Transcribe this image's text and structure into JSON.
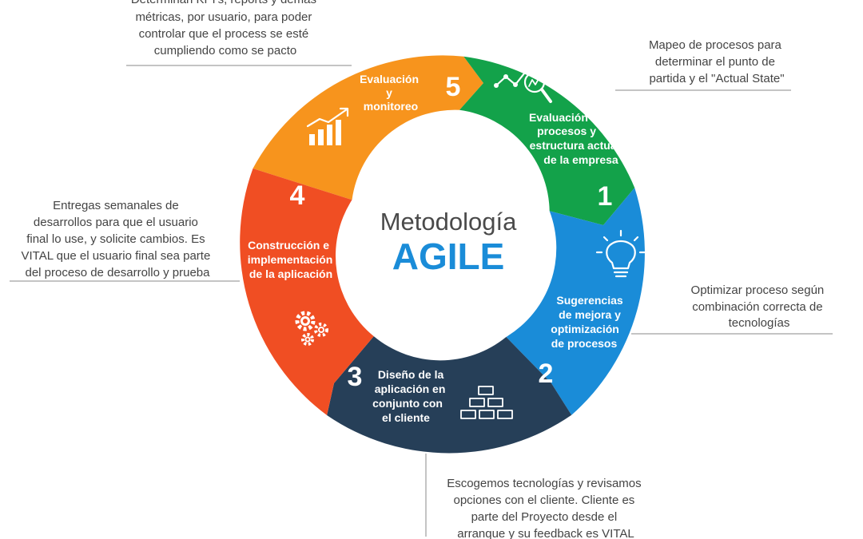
{
  "center": {
    "line1": "Metodología",
    "line2": "AGILE"
  },
  "colors": {
    "step1": "#13a24a",
    "step2": "#1a8cd8",
    "step3": "#263f58",
    "step4": "#f04e23",
    "step5": "#f7941d",
    "accent": "#1a8cd8"
  },
  "steps": [
    {
      "number": "1",
      "title": [
        "Evaluación de",
        "procesos y",
        "estructura actual",
        "de la empresa"
      ],
      "icon": "analytics-search-icon",
      "note": [
        "Mapeo de procesos para",
        "determinar el punto de",
        "partida y el \"Actual State\""
      ]
    },
    {
      "number": "2",
      "title": [
        "Sugerencias",
        "de mejora y",
        "optimización",
        "de procesos"
      ],
      "icon": "lightbulb-icon",
      "note": [
        "Optimizar proceso según",
        "combinación correcta de",
        "tecnologías"
      ]
    },
    {
      "number": "3",
      "title": [
        "Diseño de la",
        "aplicación en",
        "conjunto con",
        "el cliente"
      ],
      "icon": "bricks-icon",
      "note": [
        "Escogemos tecnologías y revisamos",
        "opciones con el cliente. Cliente es",
        "parte del Proyecto desde el",
        "arranque y su feedback es VITAL"
      ]
    },
    {
      "number": "4",
      "title": [
        "Construcción e",
        "implementación",
        "de la aplicación"
      ],
      "icon": "gears-icon",
      "note": [
        "Entregas semanales de",
        "desarrollos para que el usuario",
        "final lo use, y solicite cambios. Es",
        "VITAL que el usuario final sea parte",
        "del proceso de desarrollo y prueba"
      ]
    },
    {
      "number": "5",
      "title": [
        "Evaluación",
        "y",
        "monitoreo"
      ],
      "icon": "bar-chart-growth-icon",
      "note": [
        "Determinan KPI's, reports y demás",
        "métricas, por usuario, para poder",
        "controlar que el process se esté",
        "cumpliendo como se pacto"
      ]
    }
  ]
}
